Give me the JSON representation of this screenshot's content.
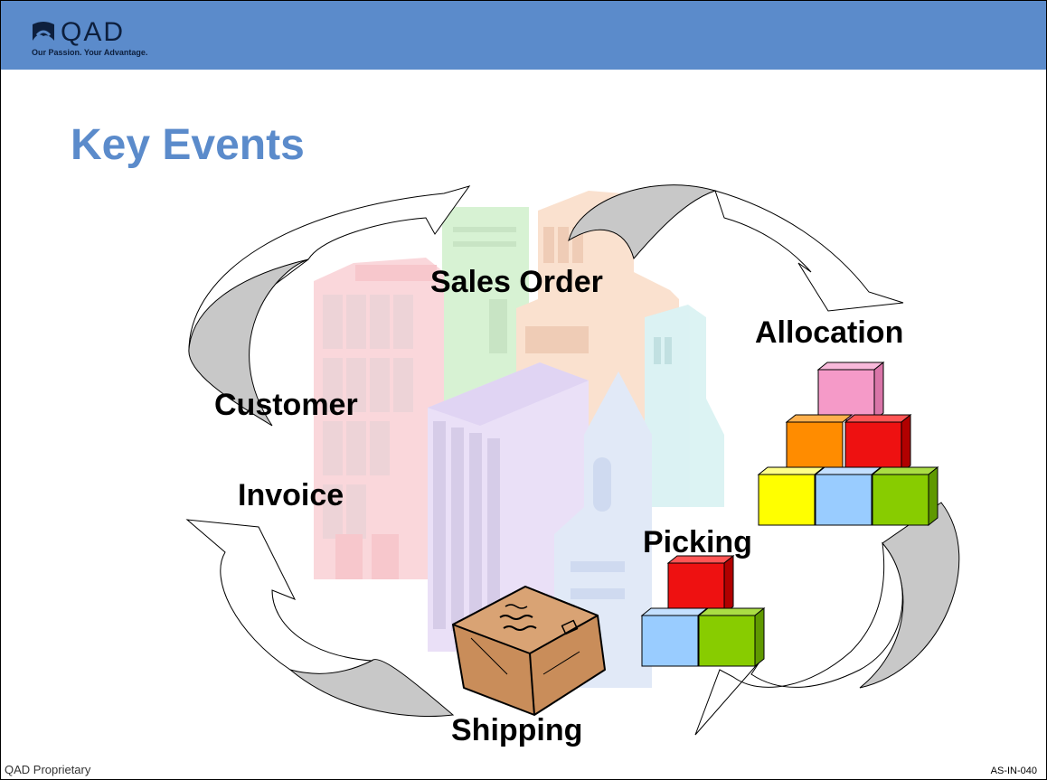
{
  "header": {
    "logo_text": "QAD",
    "logo_tagline": "Our Passion. Your Advantage."
  },
  "title": "Key Events",
  "cycle_labels": {
    "sales_order": "Sales Order",
    "allocation": "Allocation",
    "customer": "Customer",
    "invoice": "Invoice",
    "picking": "Picking",
    "shipping": "Shipping"
  },
  "footer": {
    "left": "QAD Proprietary",
    "right": "AS-IN-040"
  },
  "colors": {
    "banner": "#5b8bcb",
    "title": "#5b8bcb",
    "arrow_fill": "#c8c8c8"
  }
}
